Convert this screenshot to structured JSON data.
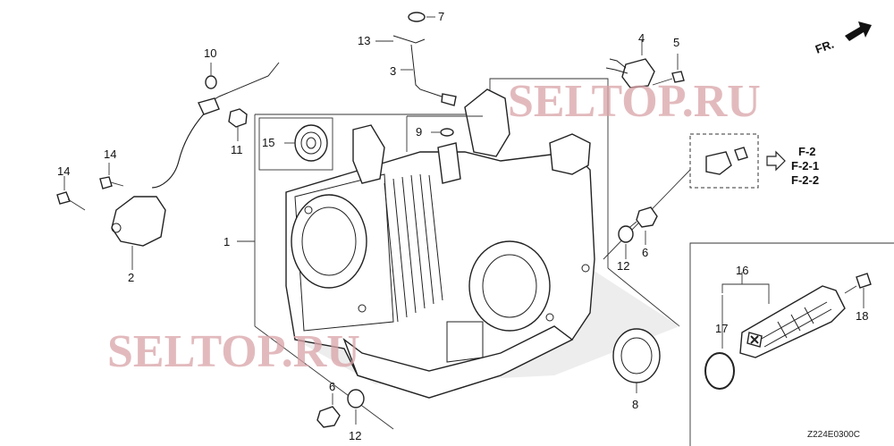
{
  "callouts": [
    "1",
    "2",
    "3",
    "4",
    "5",
    "6",
    "6",
    "7",
    "8",
    "9",
    "10",
    "11",
    "12",
    "12",
    "13",
    "14",
    "14",
    "15",
    "16",
    "17",
    "18"
  ],
  "refs": [
    "F-2",
    "F-2-1",
    "F-2-2"
  ],
  "direction_label": "FR.",
  "watermark": "SELTOP.RU",
  "diagram_code": "Z224E0300C",
  "icons": [
    "arrow-right-icon",
    "direction-arrow-icon"
  ]
}
